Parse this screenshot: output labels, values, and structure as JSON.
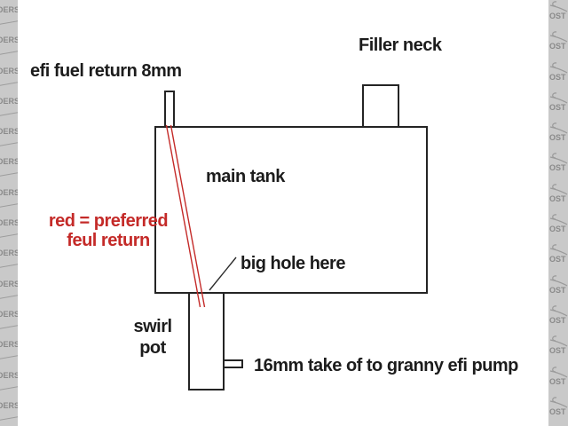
{
  "watermark": {
    "left_text": "DERS",
    "right_text": "OST",
    "left_repeat": 14,
    "right_repeat": 14,
    "strip_background": "#c9c9c9",
    "fragment_color": "#8a8a8a"
  },
  "diagram": {
    "labels": {
      "efi_return": "efi fuel return 8mm",
      "filler_neck": "Filler neck",
      "main_tank": "main tank",
      "red_note_line1": "red = preferred",
      "red_note_line2": "feul return",
      "big_hole": "big hole here",
      "swirl_line1": "swirl",
      "swirl_line2": "pot",
      "outlet": "16mm take of to granny efi pump"
    },
    "colors": {
      "outline": "#242424",
      "preferred_return_red": "#c42a28",
      "background": "#ffffff"
    }
  }
}
